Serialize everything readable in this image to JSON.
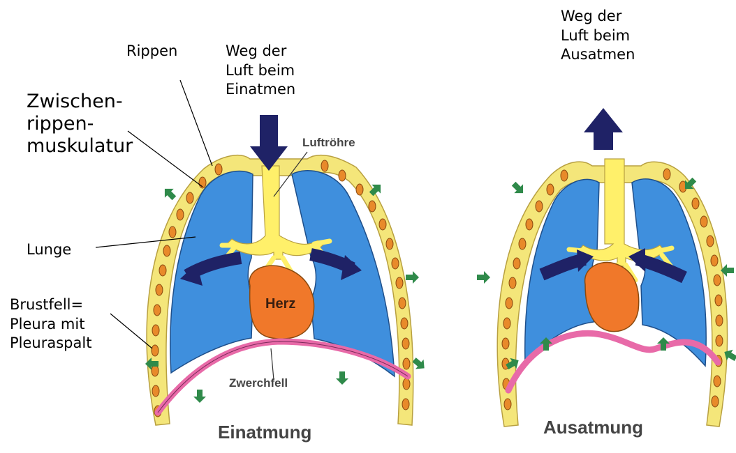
{
  "labels": {
    "rippen": "Rippen",
    "zwischenrippen": "Zwischen-\nrippen-\nmuskulatur",
    "lunge": "Lunge",
    "brustfell": "Brustfell=\nPleura mit\nPleuraspalt",
    "weg_ein": "Weg der\nLuft beim\nEinatmen",
    "weg_aus": "Weg der\nLuft beim\nAusatmen"
  },
  "figure_labels": {
    "luftroehre": "Luftröhre",
    "herz": "Herz",
    "zwerchfell": "Zwerchfell"
  },
  "captions": {
    "einatmung": "Einatmung",
    "ausatmung": "Ausatmung"
  },
  "colors": {
    "lung": "#3f8fdd",
    "airway": "#fff06a",
    "pleura": "#f4e67a",
    "rib": "#e88a2a",
    "heart": "#f0782a",
    "diaphragm": "#e86aa8",
    "arrow_air": "#1f2266",
    "arrow_motion": "#2f8a4a"
  }
}
